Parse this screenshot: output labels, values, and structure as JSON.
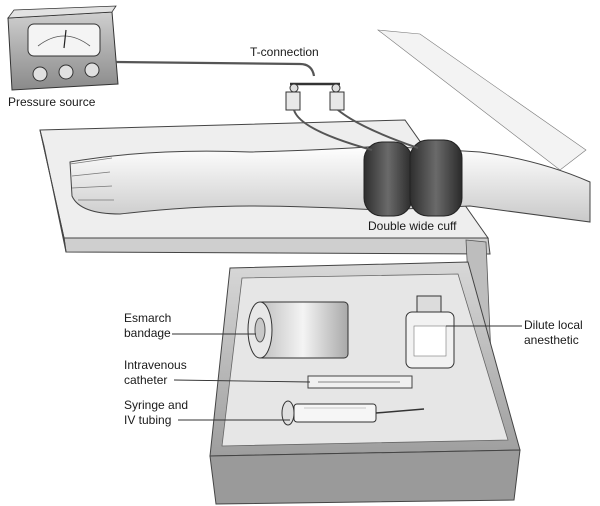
{
  "labels": {
    "pressure_source": "Pressure source",
    "t_connection": "T-connection",
    "double_wide_cuff": "Double wide cuff",
    "esmarch_bandage": [
      "Esmarch",
      "bandage"
    ],
    "intravenous_catheter": [
      "Intravenous",
      "catheter"
    ],
    "syringe_and_tubing": [
      "Syringe and",
      "IV tubing"
    ],
    "dilute_local_anesthetic": [
      "Dilute local",
      "anesthetic"
    ]
  }
}
